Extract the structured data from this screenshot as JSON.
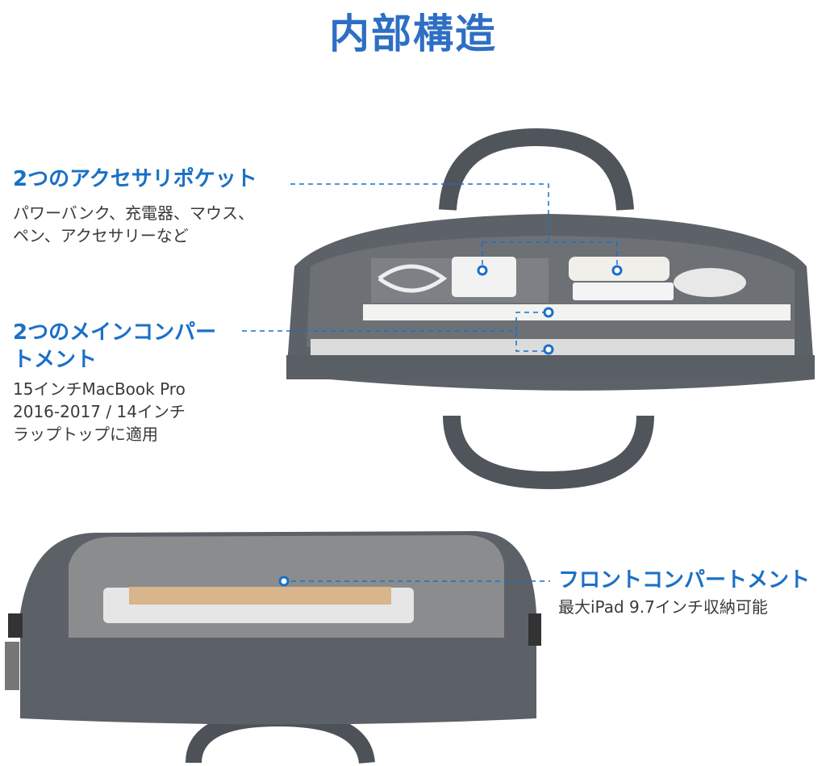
{
  "title": "内部構造",
  "callouts": {
    "accessory": {
      "heading": "2つのアクセサリポケット",
      "lines": [
        "パワーバンク、充電器、マウス、",
        "ペン、アクセサリーなど"
      ]
    },
    "main": {
      "heading_lines": [
        "2つのメインコンパー",
        "トメント"
      ],
      "lines": [
        "15インチMacBook Pro",
        "2016-2017 / 14インチ",
        "ラップトップに適用"
      ]
    },
    "front": {
      "heading": "フロントコンパートメント",
      "lines": [
        "最大iPad 9.7インチ収納可能"
      ]
    }
  },
  "colors": {
    "accent": "#1a70c6",
    "bag": "#5a5f66",
    "text": "#3a3a3a"
  }
}
